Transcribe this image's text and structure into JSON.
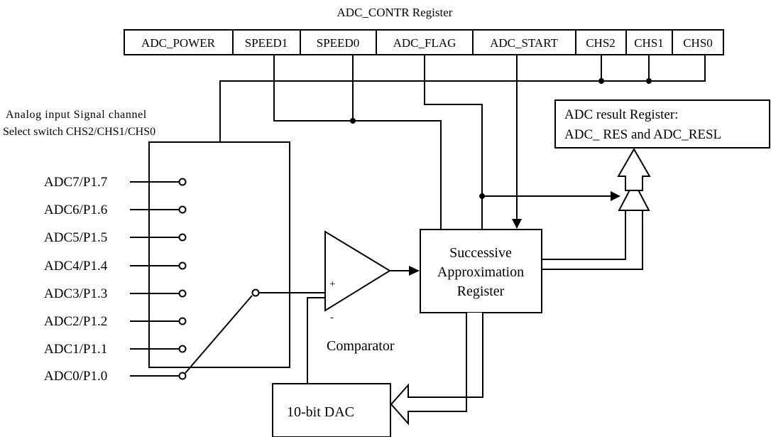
{
  "register": {
    "title": "ADC_CONTR Register",
    "bits": [
      "ADC_POWER",
      "SPEED1",
      "SPEED0",
      "ADC_FLAG",
      "ADC_START",
      "CHS2",
      "CHS1",
      "CHS0"
    ]
  },
  "selector": {
    "caption_line1": "Analog input Signal channel",
    "caption_line2": "Select switch CHS2/CHS1/CHS0"
  },
  "inputs": [
    "ADC7/P1.7",
    "ADC6/P1.6",
    "ADC5/P1.5",
    "ADC4/P1.4",
    "ADC3/P1.3",
    "ADC2/P1.2",
    "ADC1/P1.1",
    "ADC0/P1.0"
  ],
  "comparator": {
    "label": "Comparator",
    "plus": "+",
    "minus": "-"
  },
  "sar": {
    "line1": "Successive",
    "line2": "Approximation",
    "line3": "Register"
  },
  "result": {
    "line1": "ADC result Register:",
    "line2": "ADC_ RES and ADC_RESL"
  },
  "dac": {
    "label": "10-bit DAC"
  }
}
